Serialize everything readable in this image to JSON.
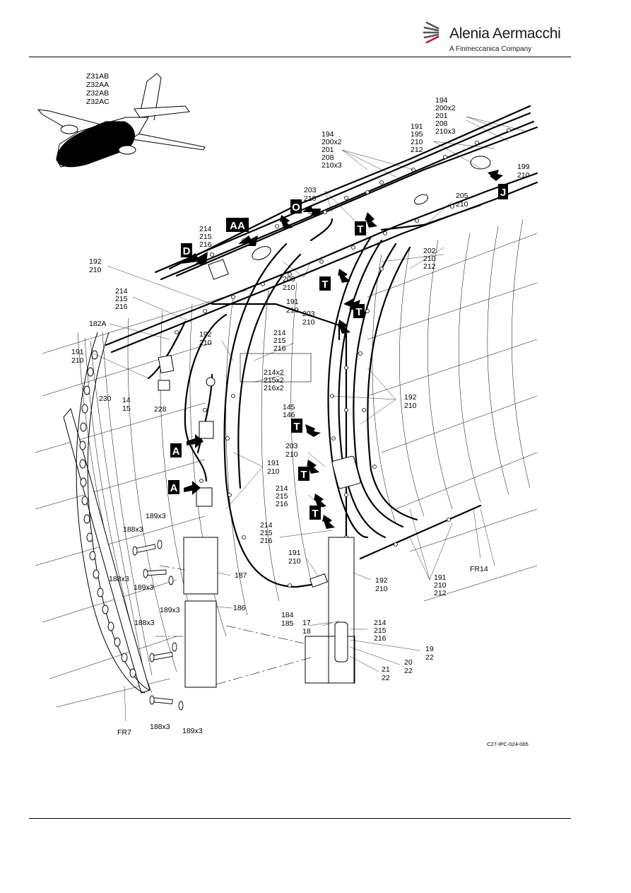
{
  "header": {
    "brand": "Alenia Aermacchi",
    "tagline": "A Finmeccanica Company"
  },
  "effectivity": [
    "Z31AB",
    "Z32AA",
    "Z32AB",
    "Z32AC"
  ],
  "figure_code": "C27-IPC-024-065",
  "view_markers": [
    "D",
    "AA",
    "O",
    "T",
    "J",
    "A"
  ],
  "callouts": [
    "194",
    "200x2",
    "201",
    "208",
    "210x3",
    "191",
    "195",
    "210",
    "212",
    "199",
    "210",
    "194",
    "200x2",
    "201",
    "208",
    "210x3",
    "203",
    "210",
    "205",
    "210",
    "214",
    "215",
    "216",
    "192",
    "210",
    "202",
    "210",
    "212",
    "205",
    "210",
    "214",
    "215",
    "216",
    "191",
    "210",
    "203",
    "210",
    "182A",
    "192",
    "210",
    "214",
    "215",
    "216",
    "191",
    "210",
    "214x2",
    "215x2",
    "216x2",
    "14",
    "15",
    "230",
    "228",
    "145",
    "146",
    "192",
    "210",
    "203",
    "210",
    "191",
    "210",
    "214",
    "215",
    "216",
    "189x3",
    "188x3",
    "214",
    "215",
    "216",
    "191",
    "210",
    "187",
    "188x3",
    "189x3",
    "192",
    "210",
    "191",
    "210",
    "212",
    "189x3",
    "186",
    "184",
    "185",
    "17",
    "18",
    "214",
    "215",
    "216",
    "188x3",
    "19",
    "22",
    "20",
    "22",
    "21",
    "22",
    "188x3",
    "189x3"
  ],
  "frames": [
    "FR7",
    "FR14"
  ]
}
